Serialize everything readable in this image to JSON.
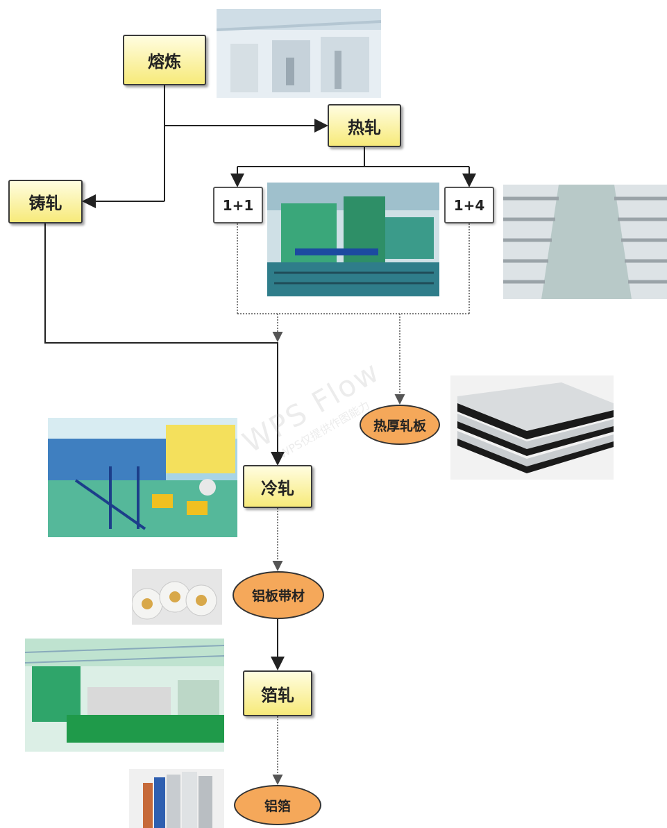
{
  "nodes": {
    "smelting": "熔炼",
    "hot_rolling": "热轧",
    "cast_rolling": "铸轧",
    "config_1_1": "1+1",
    "config_1_4": "1+4",
    "hot_thick_plate": "热厚轧板",
    "cold_rolling": "冷轧",
    "aluminum_strip": "铝板带材",
    "foil_rolling": "箔轧",
    "aluminum_foil": "铝箔"
  },
  "watermark": {
    "line1": "WPS Flow",
    "line2": "WPS仅提供作图能力"
  },
  "colors": {
    "process_box": "#f7ea7a",
    "product_oval": "#f5a85a",
    "connector": "#222222"
  }
}
